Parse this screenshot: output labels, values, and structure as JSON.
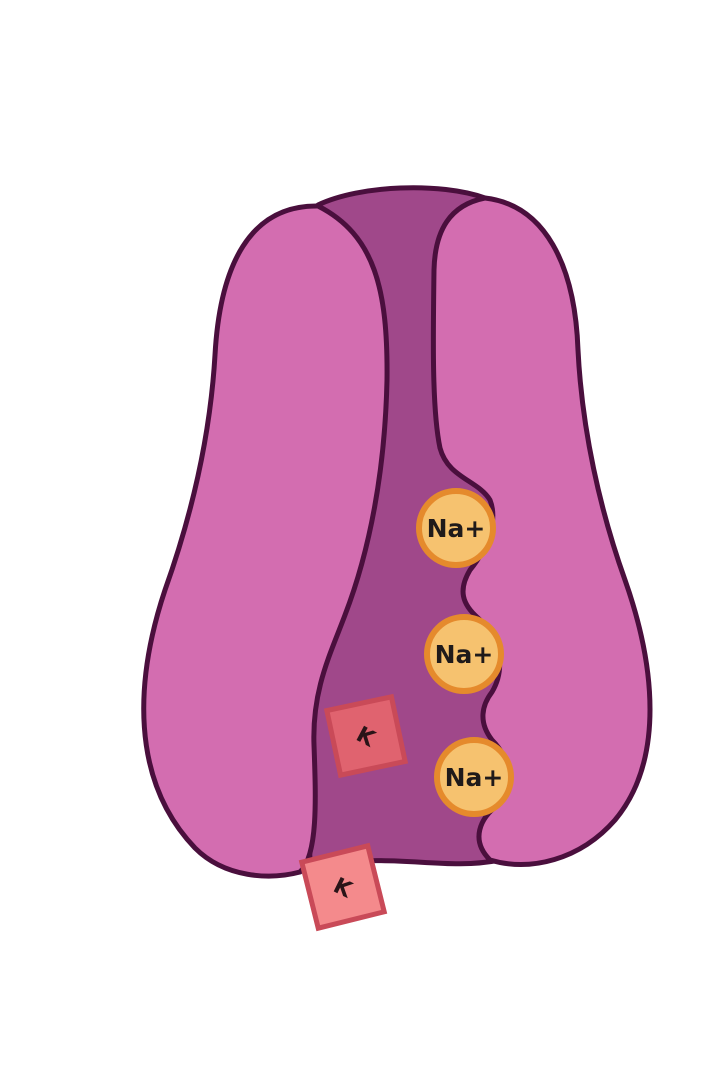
{
  "colors": {
    "background": "#ffffff",
    "outline": "#4a0f3d",
    "lobe_fill": "#d36db0",
    "channel_fill": "#a0488a",
    "sodium_fill": "#f6c26f",
    "sodium_stroke": "#e58a2c",
    "potassium_fill_inner": "#e0636f",
    "potassium_fill_outer": "#f48a8c",
    "potassium_stroke": "#c94a58"
  },
  "ions": {
    "sodium": [
      {
        "label": "Na+"
      },
      {
        "label": "Na+"
      },
      {
        "label": "Na+"
      }
    ],
    "potassium": [
      {
        "label": "K"
      },
      {
        "label": "K"
      }
    ]
  }
}
